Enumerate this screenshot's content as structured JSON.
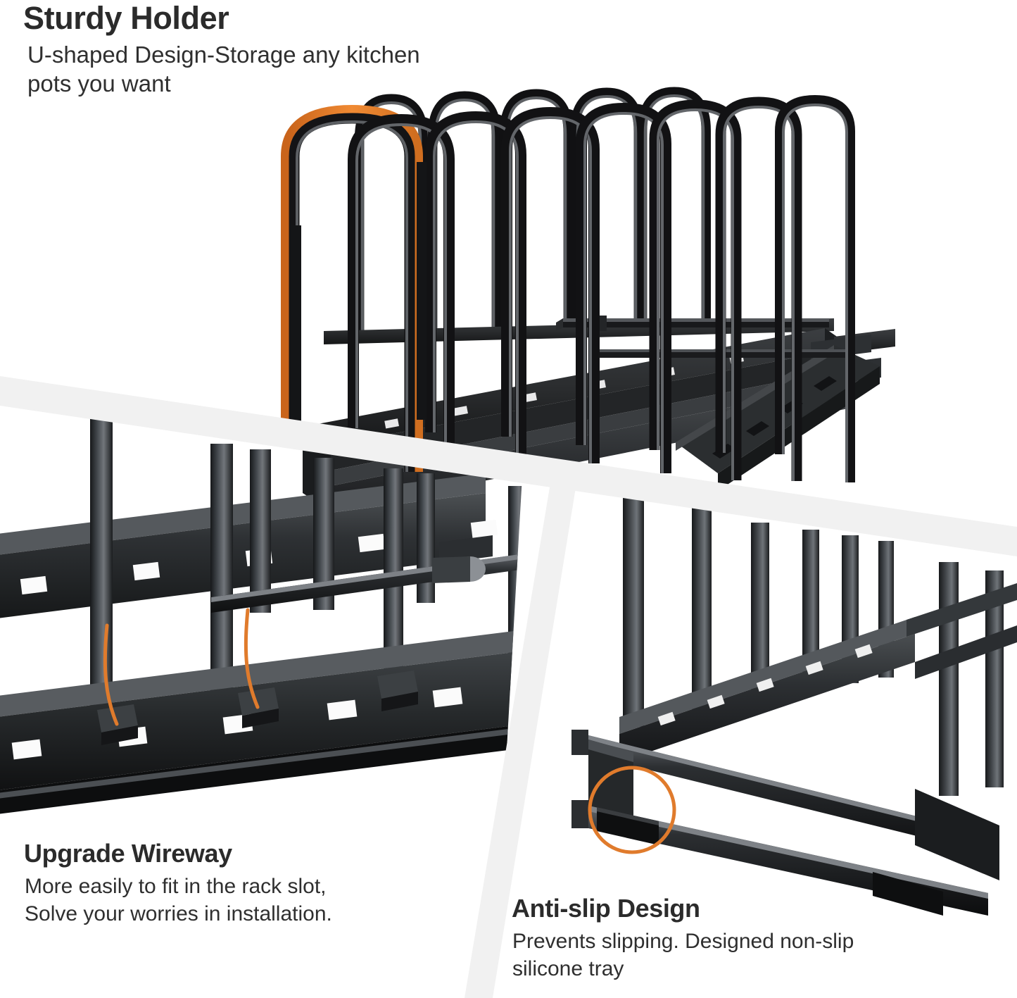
{
  "image": {
    "kind": "product-infographic",
    "background_color": "#ffffff",
    "metal_color": "#2e2e30",
    "metal_dark": "#161617",
    "metal_light": "#6e7073",
    "accent_orange": "#e07b2c",
    "divider_white": "#f0f0f0"
  },
  "panels": {
    "sturdy": {
      "heading": "Sturdy Holder",
      "subtitle_lines": [
        "U-shaped Design-Storage any kitchen",
        "pots you want"
      ],
      "illustration_name": "pot-lid-rack-full-view",
      "highlight": "orange-outlined-u-shaped-divider"
    },
    "wireway": {
      "heading": "Upgrade Wireway",
      "subtitle_lines": [
        "More easily to fit in the rack slot,",
        "Solve your worries in installation."
      ],
      "illustration_name": "wireway-slot-closeup",
      "highlight": "orange-wire-curve-into-slot"
    },
    "antislip": {
      "heading": "Anti-slip Design",
      "subtitle_lines": [
        "Prevents slipping. Designed non-slip",
        "silicone tray"
      ],
      "illustration_name": "silicone-foot-closeup",
      "highlight": "orange-circle-callout"
    }
  }
}
